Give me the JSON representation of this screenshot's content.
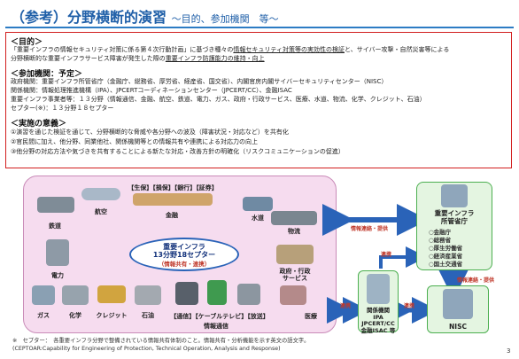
{
  "header": {
    "title": "（参考）分野横断的演習",
    "subtitle": "～目的、参加機関　等～"
  },
  "purpose": {
    "heading": "＜目的＞",
    "line1_a": "「重要インフラの情報セキュリティ対策に係る第４次行動計画」に基づき種々の",
    "line1_b": "情報セキュリティ対策等の実効性の検証",
    "line1_c": "と、サイバー攻撃・自然災害等による",
    "line2_a": "分野横断的な重要インフラサービス障害が発生した際の",
    "line2_b": "重要インフラ防護能力の維持・向上"
  },
  "participants": {
    "heading": "＜参加機関：予定＞",
    "line1": "政府機関：重要インフラ所管省庁（金融庁、総務省、厚労省、経産省、国交省）、内閣官房内閣サイバーセキュリティセンター（NISC）",
    "line2": "関係機関：情報処理推進機構（IPA）、JPCERTコーディネーションセンター（JPCERT/CC）、金融ISAC",
    "line3": "重要インフラ事業者等：１３分野（情報通信、金融、航空、鉄道、電力、ガス、政府・行政サービス、医療、水道、物流、化学、クレジット、石油）",
    "line4": "セプター(※)：１３分野１８セプター"
  },
  "significance": {
    "heading": "＜実施の意義＞",
    "line1": "①演習を通じた検証を通じて、分野横断的な脅威や各分野への波及（障害状況・対応など）を共有化",
    "line2": "②官民間に加え、他分野、同業他社、関係機関等との情報共有や連携による対応力の向上",
    "line3": "③他分野の対応方法や気づきを共有することによる新たな対応・改善方針の明確化（リスクコミュニケーションの促進）"
  },
  "diagram": {
    "sectors": {
      "aviation": "航空",
      "railway": "鉄道",
      "finance": "金融",
      "finance_tags": [
        "【生保】",
        "【損保】",
        "【銀行】",
        "【証券】"
      ],
      "water": "水道",
      "logistics": "物流",
      "electricity": "電力",
      "gov_services": "政府・行政\nサービス",
      "gas": "ガス",
      "chemical": "化学",
      "credit": "クレジット",
      "oil": "石油",
      "telecom_tags": "【通信】【ケーブルテレビ】【放送】",
      "telecom": "情報通信",
      "medical": "医療"
    },
    "center": {
      "title_line1": "重要インフラ",
      "title_line2": "13分野18セプター",
      "subtitle": "（情報共有・連携）"
    },
    "ministries": {
      "title_line1": "重要インフラ",
      "title_line2": "所管省庁",
      "items": [
        "○金融庁",
        "○総務省",
        "○厚生労働省",
        "○経済産業省",
        "○国土交通省"
      ]
    },
    "related": {
      "line1": "関係機関",
      "line2": "IPA",
      "line3": "JPCERT/CC",
      "line4": "金融ISAC 等"
    },
    "nisc": "NISC",
    "arrows": {
      "center_to_ministries": "情報連絡・提供",
      "ministries_to_nisc": "情報連絡・提供",
      "center_to_related": "連携",
      "related_to_ministries": "連携",
      "related_to_nisc": "連携"
    }
  },
  "footnote": {
    "line1": "※　セプター：　各重要インフラ分野で整備されている情報共有体制のこと。情報共有・分析機能を示す英文の語文字。",
    "line2": "(CEPTOAR:Capability for Engineering of Protection, Technical Operation, Analysis and Response)"
  },
  "page_number": "3",
  "colors": {
    "title": "#1f5fa8",
    "frame": "#d21e1e",
    "pink_box": "#f6dcef",
    "green_box": "#e4f5e1",
    "arrow_blue": "#2a63b8",
    "label_red": "#c0392b"
  }
}
